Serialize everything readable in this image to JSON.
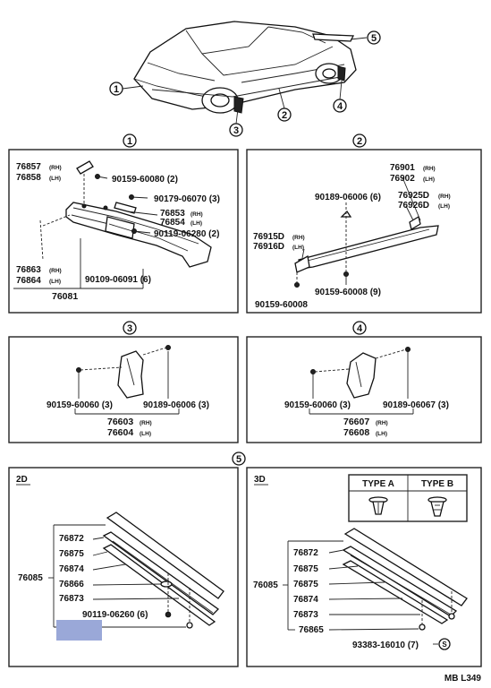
{
  "footer_code": "MB L349",
  "colors": {
    "highlight": "#9aa8d8",
    "ink": "#111111"
  },
  "overview": {
    "callouts": [
      "1",
      "2",
      "3",
      "4",
      "5"
    ]
  },
  "panel1": {
    "number": "1",
    "parts": [
      {
        "no": "76857",
        "side": "(RH)"
      },
      {
        "no": "76858",
        "side": "(LH)"
      },
      {
        "no": "90159-60080 (2)",
        "side": ""
      },
      {
        "no": "90179-06070 (3)",
        "side": ""
      },
      {
        "no": "76853",
        "side": "(RH)"
      },
      {
        "no": "76854",
        "side": "(LH)"
      },
      {
        "no": "90119-06280 (2)",
        "side": ""
      },
      {
        "no": "76863",
        "side": "(RH)"
      },
      {
        "no": "76864",
        "side": "(LH)"
      },
      {
        "no": "90109-06091 (6)",
        "side": ""
      },
      {
        "no": "76081",
        "side": ""
      }
    ]
  },
  "panel2": {
    "number": "2",
    "parts": [
      {
        "no": "76901",
        "side": "(RH)"
      },
      {
        "no": "76902",
        "side": "(LH)"
      },
      {
        "no": "90189-06006 (6)",
        "side": ""
      },
      {
        "no": "76925D",
        "side": "(RH)"
      },
      {
        "no": "76926D",
        "side": "(LH)"
      },
      {
        "no": "76915D",
        "side": "(RH)"
      },
      {
        "no": "76916D",
        "side": "(LH)"
      },
      {
        "no": "90159-60008 (9)",
        "side": ""
      },
      {
        "no": "90159-60008",
        "side": ""
      }
    ]
  },
  "panel3": {
    "number": "3",
    "parts": [
      {
        "no": "90159-60060 (3)",
        "side": ""
      },
      {
        "no": "90189-06006 (3)",
        "side": ""
      },
      {
        "no": "76603",
        "side": "(RH)"
      },
      {
        "no": "76604",
        "side": "(LH)"
      }
    ]
  },
  "panel4": {
    "number": "4",
    "parts": [
      {
        "no": "90159-60060 (3)",
        "side": ""
      },
      {
        "no": "90189-06067 (3)",
        "side": ""
      },
      {
        "no": "76607",
        "side": "(RH)"
      },
      {
        "no": "76608",
        "side": "(LH)"
      }
    ]
  },
  "panel5": {
    "number": "5",
    "left": {
      "title": "2D",
      "group": "76085",
      "parts": [
        "76872",
        "76875",
        "76874",
        "76866",
        "76873",
        "90119-06260 (6)"
      ]
    },
    "right": {
      "title": "3D",
      "group": "76085",
      "parts": [
        "76872",
        "76875",
        "76875",
        "76874",
        "76873",
        "76865",
        "93383-16010 (7)"
      ],
      "clip_letter": "S",
      "types": [
        "TYPE A",
        "TYPE B"
      ]
    }
  }
}
